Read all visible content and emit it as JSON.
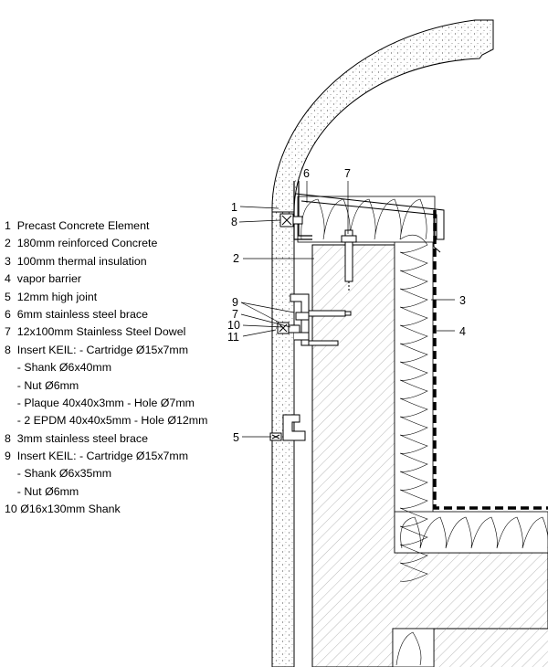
{
  "legend": [
    "1  Precast Concrete Element",
    "2  180mm reinforced Concrete",
    "3  100mm thermal insulation",
    "4  vapor barrier",
    "5  12mm high joint",
    "6  6mm stainless steel brace",
    "7  12x100mm Stainless Steel Dowel",
    "8  Insert KEIL: - Cartridge Ø15x7mm",
    "    - Shank Ø6x40mm",
    "    - Nut Ø6mm",
    "    - Plaque 40x40x3mm - Hole Ø7mm",
    "    - 2 EPDM 40x40x5mm - Hole Ø12mm",
    "8  3mm stainless steel brace",
    "9  Insert KEIL: - Cartridge Ø15x7mm",
    "    - Shank Ø6x35mm",
    "    - Nut Ø6mm",
    "10 Ø16x130mm Shank"
  ],
  "callouts": {
    "c1": "1",
    "c2": "2",
    "c3": "3",
    "c4": "4",
    "c5": "5",
    "c6": "6",
    "c7": "7",
    "c8": "8",
    "c9": "9",
    "c10": "10",
    "c11": "11"
  },
  "colors": {
    "line": "#000000",
    "paper": "#ffffff"
  }
}
